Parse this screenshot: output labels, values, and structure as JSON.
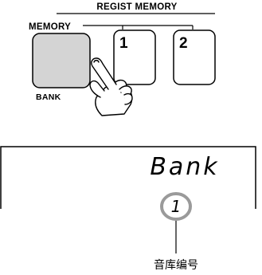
{
  "panel": {
    "group_label": "REGIST MEMORY",
    "memory_label": "MEMORY",
    "bank_label": "BANK",
    "keys": [
      "1",
      "2"
    ]
  },
  "display": {
    "text": "Bank",
    "number": "1",
    "caption": "音库编号"
  },
  "colors": {
    "bank_button_fill": "#d4d4d4",
    "number_ring": "#9a9a9a",
    "line": "#000000"
  },
  "icons": [
    "pressing-finger-hand-icon"
  ]
}
